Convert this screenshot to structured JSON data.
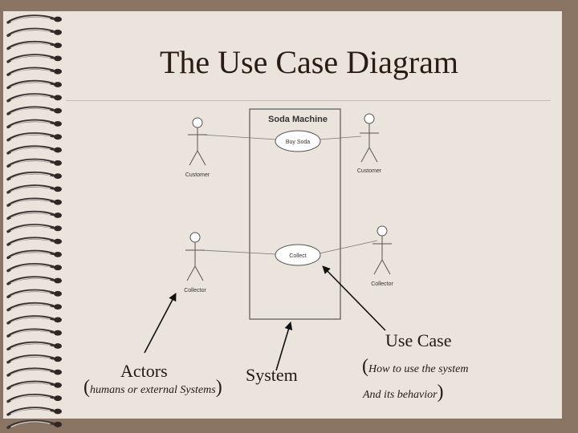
{
  "slide": {
    "title": "The Use Case Diagram"
  },
  "diagram": {
    "system_name": "Soda Machine",
    "use_cases": [
      "Buy Soda",
      "Collect"
    ],
    "actors": [
      "Customer",
      "Customer",
      "Collector",
      "Collector"
    ]
  },
  "annotations": {
    "actors_label": "Actors",
    "actors_note": "humans or external Systems",
    "system_label": "System",
    "usecase_label": "Use Case",
    "usecase_note_1": "How to use the system",
    "usecase_note_2": "And its behavior"
  },
  "colors": {
    "background": "#8a7463",
    "paper": "#eae4dd",
    "ink": "#2a1c12"
  }
}
